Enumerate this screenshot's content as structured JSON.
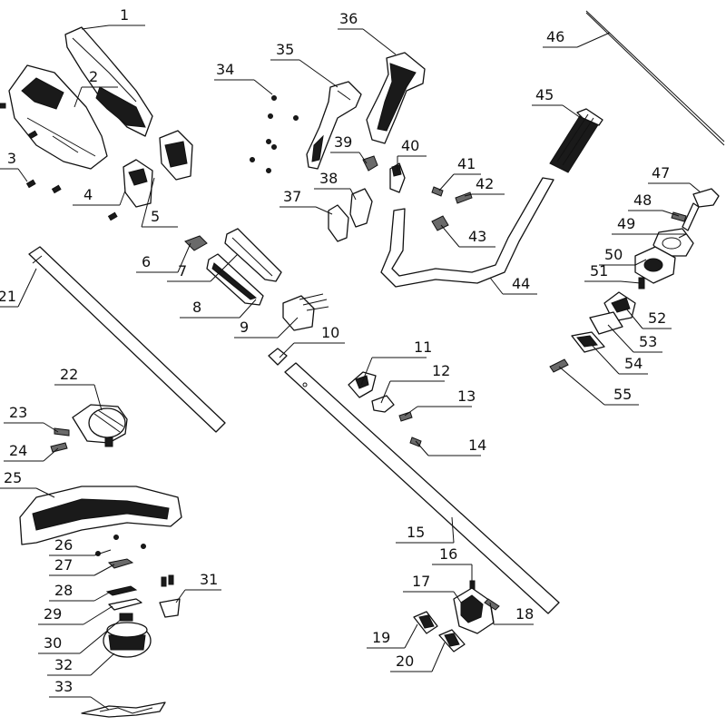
{
  "diagram": {
    "callouts": [
      "1",
      "2",
      "3",
      "4",
      "5",
      "6",
      "7",
      "8",
      "9",
      "10",
      "11",
      "12",
      "13",
      "14",
      "15",
      "16",
      "17",
      "18",
      "19",
      "20",
      "21",
      "22",
      "23",
      "24",
      "25",
      "26",
      "27",
      "28",
      "29",
      "30",
      "31",
      "32",
      "33",
      "34",
      "35",
      "36",
      "37",
      "38",
      "39",
      "40",
      "41",
      "42",
      "43",
      "44",
      "45",
      "46",
      "47",
      "48",
      "49",
      "50",
      "51",
      "52",
      "53",
      "54",
      "55"
    ]
  }
}
